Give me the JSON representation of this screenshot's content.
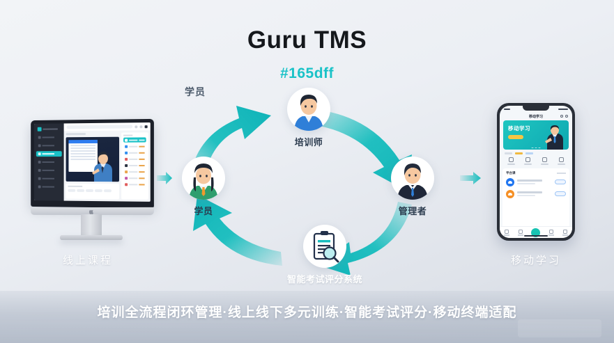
{
  "header": {
    "title": "Guru TMS",
    "subtitle": "#165dff",
    "accent_color": "#19c2c7",
    "title_color": "#15181c"
  },
  "left_device": {
    "type": "desktop-monitor",
    "label": "线上课程",
    "dashboard": {
      "active_nav_color": "#19c2c7",
      "sidebar_color": "#262b36",
      "highlight_row_color": "#19c2c7"
    }
  },
  "right_device": {
    "type": "smartphone",
    "label": "移动学习",
    "app": {
      "nav_title": "移动学习",
      "banner_title": "移动学习",
      "banner_color": "#17bdbd",
      "banner_pill_color": "#f6c643",
      "section_title": "平台课",
      "item_colors": [
        "#2076f0",
        "#f59026"
      ],
      "tabbar_active_color": "#17c3b2"
    }
  },
  "cycle": {
    "arrow_color": "#17bdbd",
    "nodes": [
      {
        "id": "trainer",
        "label": "培训师",
        "icon": "trainer-avatar-icon"
      },
      {
        "id": "manager",
        "label": "管理者",
        "icon": "manager-avatar-icon"
      },
      {
        "id": "exam",
        "label": "智能考试评分系统",
        "icon": "clipboard-search-icon"
      },
      {
        "id": "student",
        "label": "学员",
        "icon": "student-avatar-icon"
      }
    ],
    "middle_label": "学员"
  },
  "footer": {
    "tagline": "培训全流程闭环管理·线上线下多元训练·智能考试评分·移动终端适配"
  }
}
